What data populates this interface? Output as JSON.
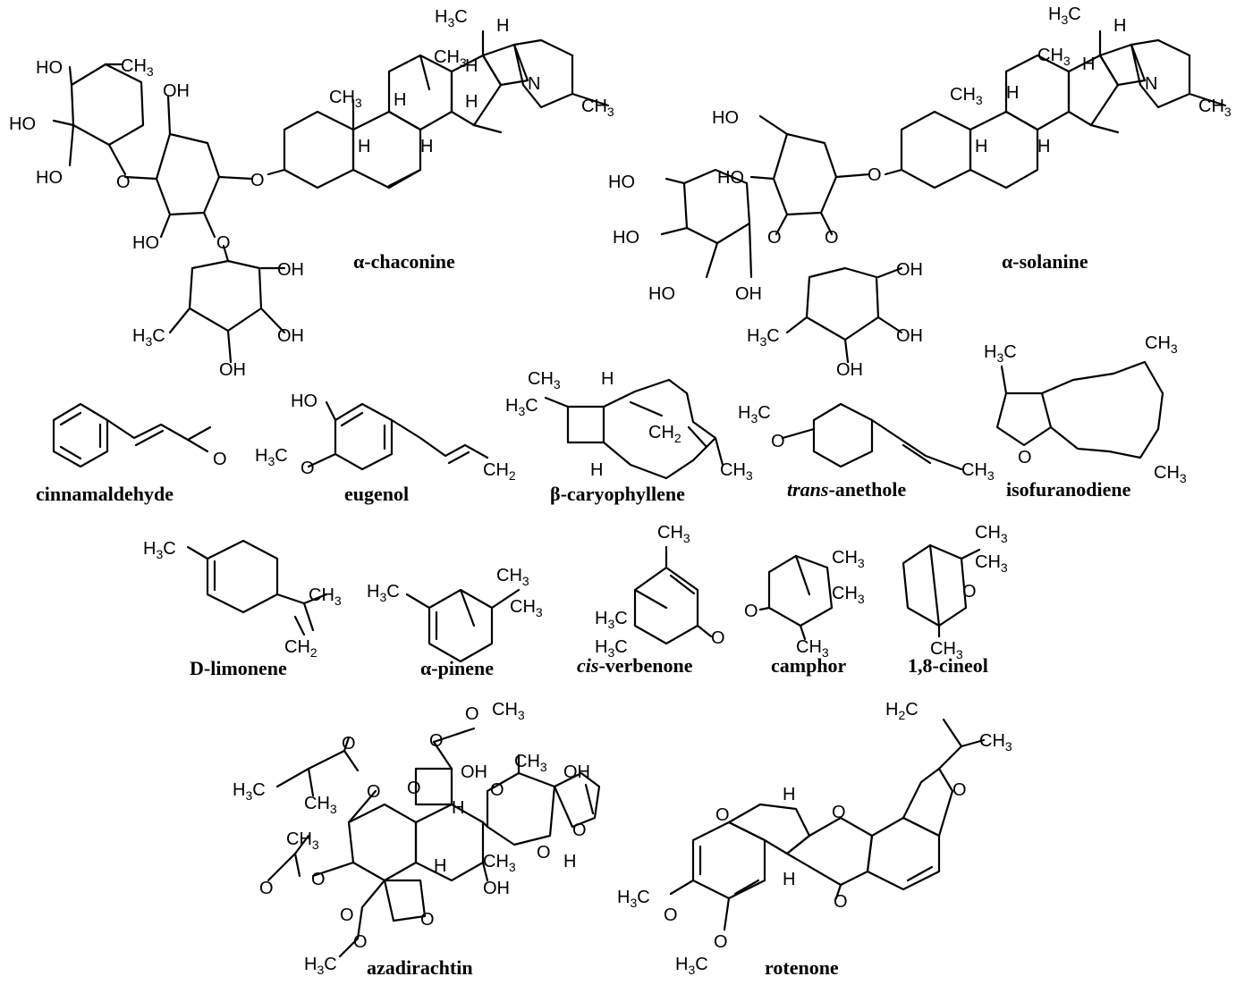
{
  "figure": {
    "compounds": [
      {
        "id": "chaconine",
        "prefix": "α",
        "rest": "-chaconine"
      },
      {
        "id": "solanine",
        "prefix": "α",
        "rest": "-solanine"
      },
      {
        "id": "cinnamaldehyde",
        "prefix": "",
        "rest": "cinnamaldehyde"
      },
      {
        "id": "eugenol",
        "prefix": "",
        "rest": "eugenol"
      },
      {
        "id": "caryophyllene",
        "prefix": "β",
        "rest": "-caryophyllene"
      },
      {
        "id": "anethole",
        "prefix": "trans",
        "rest": "-anethole"
      },
      {
        "id": "isofuranodiene",
        "prefix": "",
        "rest": "isofuranodiene"
      },
      {
        "id": "limonene",
        "prefix": "",
        "rest": "D-limonene"
      },
      {
        "id": "pinene",
        "prefix": "α",
        "rest": "-pinene"
      },
      {
        "id": "verbenone",
        "prefix": "cis",
        "rest": "-verbenone"
      },
      {
        "id": "camphor",
        "prefix": "",
        "rest": "camphor"
      },
      {
        "id": "cineol",
        "prefix": "",
        "rest": "1,8-cineol"
      },
      {
        "id": "azadirachtin",
        "prefix": "",
        "rest": "azadirachtin"
      },
      {
        "id": "rotenone",
        "prefix": "",
        "rest": "rotenone"
      }
    ],
    "atoms": {
      "ch3": "CH3",
      "h3c": "H3C",
      "oh": "OH",
      "ho": "HO",
      "o": "O",
      "n": "N",
      "h": "H",
      "ch2": "CH2",
      "h2c": "H2C"
    }
  }
}
